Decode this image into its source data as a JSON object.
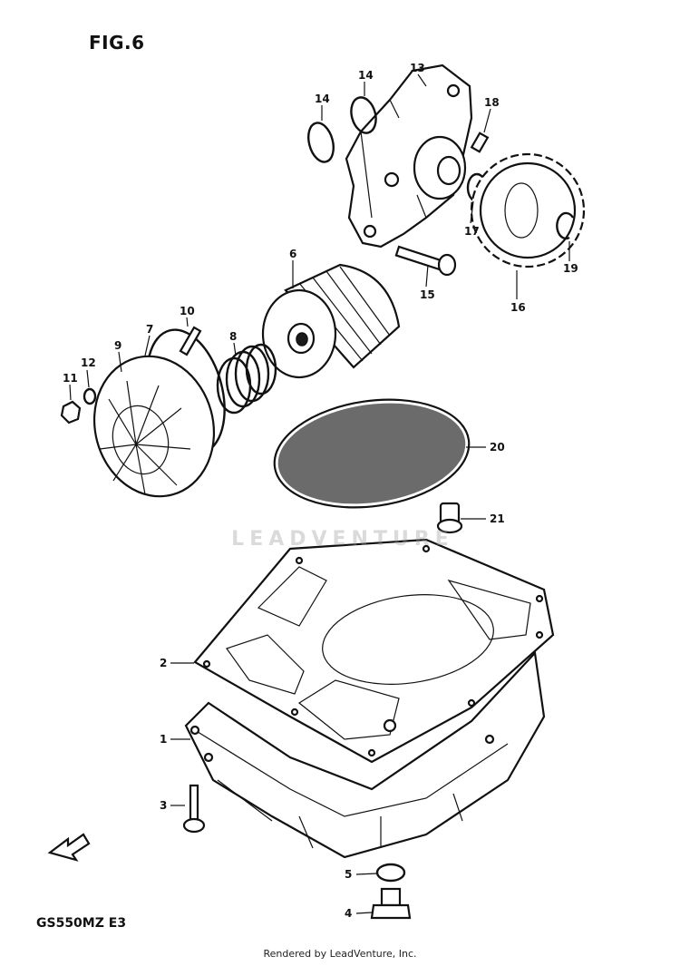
{
  "figure": {
    "title": "FIG.6",
    "model": "GS550MZ  E3"
  },
  "footer": {
    "credit": "Rendered by LeadVenture, Inc."
  },
  "watermark": {
    "text": "LEADVENTURE"
  },
  "callouts": [
    "1",
    "2",
    "3",
    "4",
    "5",
    "6",
    "7",
    "8",
    "9",
    "10",
    "11",
    "12",
    "13",
    "14",
    "14",
    "15",
    "16",
    "17",
    "18",
    "19",
    "20",
    "21"
  ],
  "colors": {
    "line": "#111111",
    "background": "#ffffff",
    "watermark": "#969696"
  }
}
